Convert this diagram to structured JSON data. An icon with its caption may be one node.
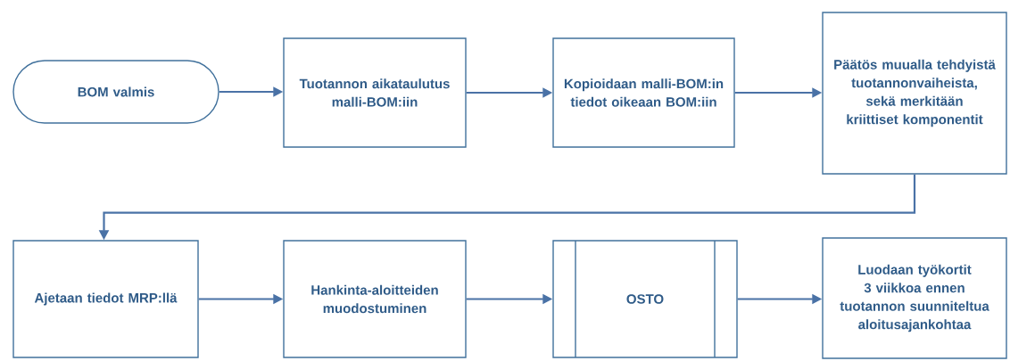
{
  "diagram": {
    "nodes": [
      {
        "text": [
          "BOM valmis"
        ]
      },
      {
        "text": [
          "Tuotannon aikataulutus malli-BOM:iin"
        ]
      },
      {
        "text": [
          "Kopioidaan malli-BOM:in tiedot oikeaan BOM:iin"
        ]
      },
      {
        "text": [
          "Päätös muualla tehdyistä tuotannonvaiheista, sekä merkitään kriittiset komponentit"
        ]
      },
      {
        "text": [
          "Ajetaan tiedot MRP:llä"
        ]
      },
      {
        "text": [
          "Hankinta-aloitteiden muodostuminen"
        ]
      },
      {
        "text": [
          "OSTO"
        ]
      },
      {
        "text": [
          "Luodaan työkortit 3 viikkoa ennen tuotannon suunniteltua aloitusajankohtaa"
        ]
      }
    ],
    "edges": [
      {
        "from": 0,
        "to": 1,
        "arrow": "to"
      },
      {
        "from": 1,
        "to": 2,
        "arrow": "to"
      },
      {
        "from": 2,
        "to": 3,
        "arrow": "to"
      },
      {
        "from": 3,
        "to": 4,
        "arrow": "to"
      },
      {
        "from": 4,
        "to": 5,
        "arrow": "to"
      },
      {
        "from": 5,
        "to": 6,
        "arrow": "to"
      },
      {
        "from": 6,
        "to": 7,
        "arrow": "to"
      }
    ]
  }
}
